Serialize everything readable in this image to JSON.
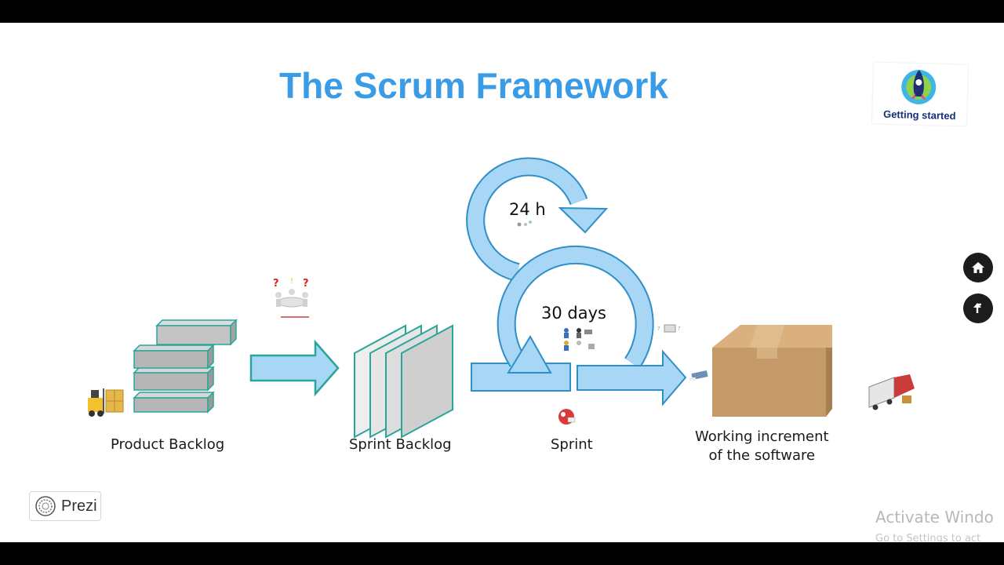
{
  "title": "The Scrum Framework",
  "logo": {
    "text": "Getting started"
  },
  "stages": {
    "product_backlog": "Product Backlog",
    "sprint_backlog": "Sprint Backlog",
    "sprint": "Sprint",
    "increment_line1": "Working increment",
    "increment_line2": "of the software"
  },
  "cycles": {
    "daily": "24 h",
    "sprint_length": "30 days"
  },
  "branding": {
    "prezi": "Prezi"
  },
  "watermark": {
    "line1": "Activate Windo",
    "line2": "Go to Settings to act"
  },
  "colors": {
    "title": "#3a9be6",
    "arrow_fill": "#a8d6f5",
    "arrow_stroke": "#2f8fc9",
    "backlog_block": "#b6b6b6",
    "box": "#c49a68"
  },
  "icons": [
    "forklift-icon",
    "meeting-icon",
    "team-icon",
    "scrum-master-icon",
    "truck-icon",
    "home-icon",
    "back-icon",
    "rocket-icon"
  ]
}
